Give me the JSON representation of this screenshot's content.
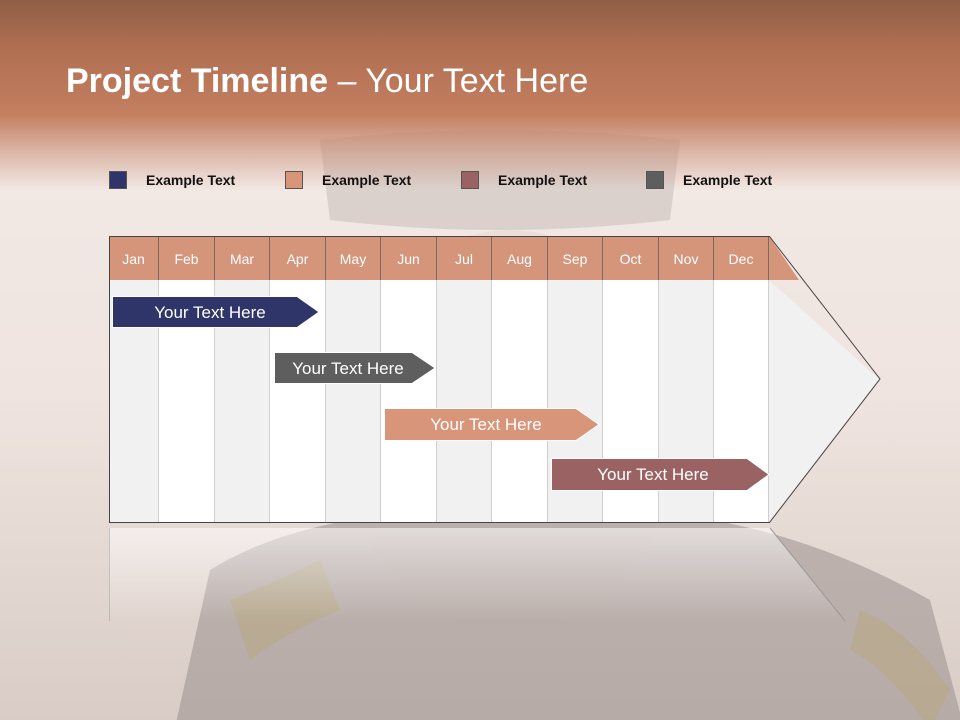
{
  "title": {
    "bold": "Project Timeline",
    "rest": " – Your Text Here"
  },
  "legend": [
    {
      "label": "Example Text",
      "color": "#2f3568"
    },
    {
      "label": "Example Text",
      "color": "#d9957a"
    },
    {
      "label": "Example Text",
      "color": "#9a6262"
    },
    {
      "label": "Example Text",
      "color": "#5e5e5e"
    }
  ],
  "months": [
    "Jan",
    "Feb",
    "Mar",
    "Apr",
    "May",
    "Jun",
    "Jul",
    "Aug",
    "Sep",
    "Oct",
    "Nov",
    "Dec"
  ],
  "tasks": [
    {
      "label": "Your  Text Here",
      "color": "#2f3568"
    },
    {
      "label": "Your  Text Here",
      "color": "#5e5e5e"
    },
    {
      "label": "Your  Text Here",
      "color": "#d9957a"
    },
    {
      "label": "Your  Text Here",
      "color": "#9a6262"
    }
  ],
  "colors": {
    "header": "#c47e60",
    "month_bar": "#d4957a",
    "background": "#f6eeea"
  }
}
